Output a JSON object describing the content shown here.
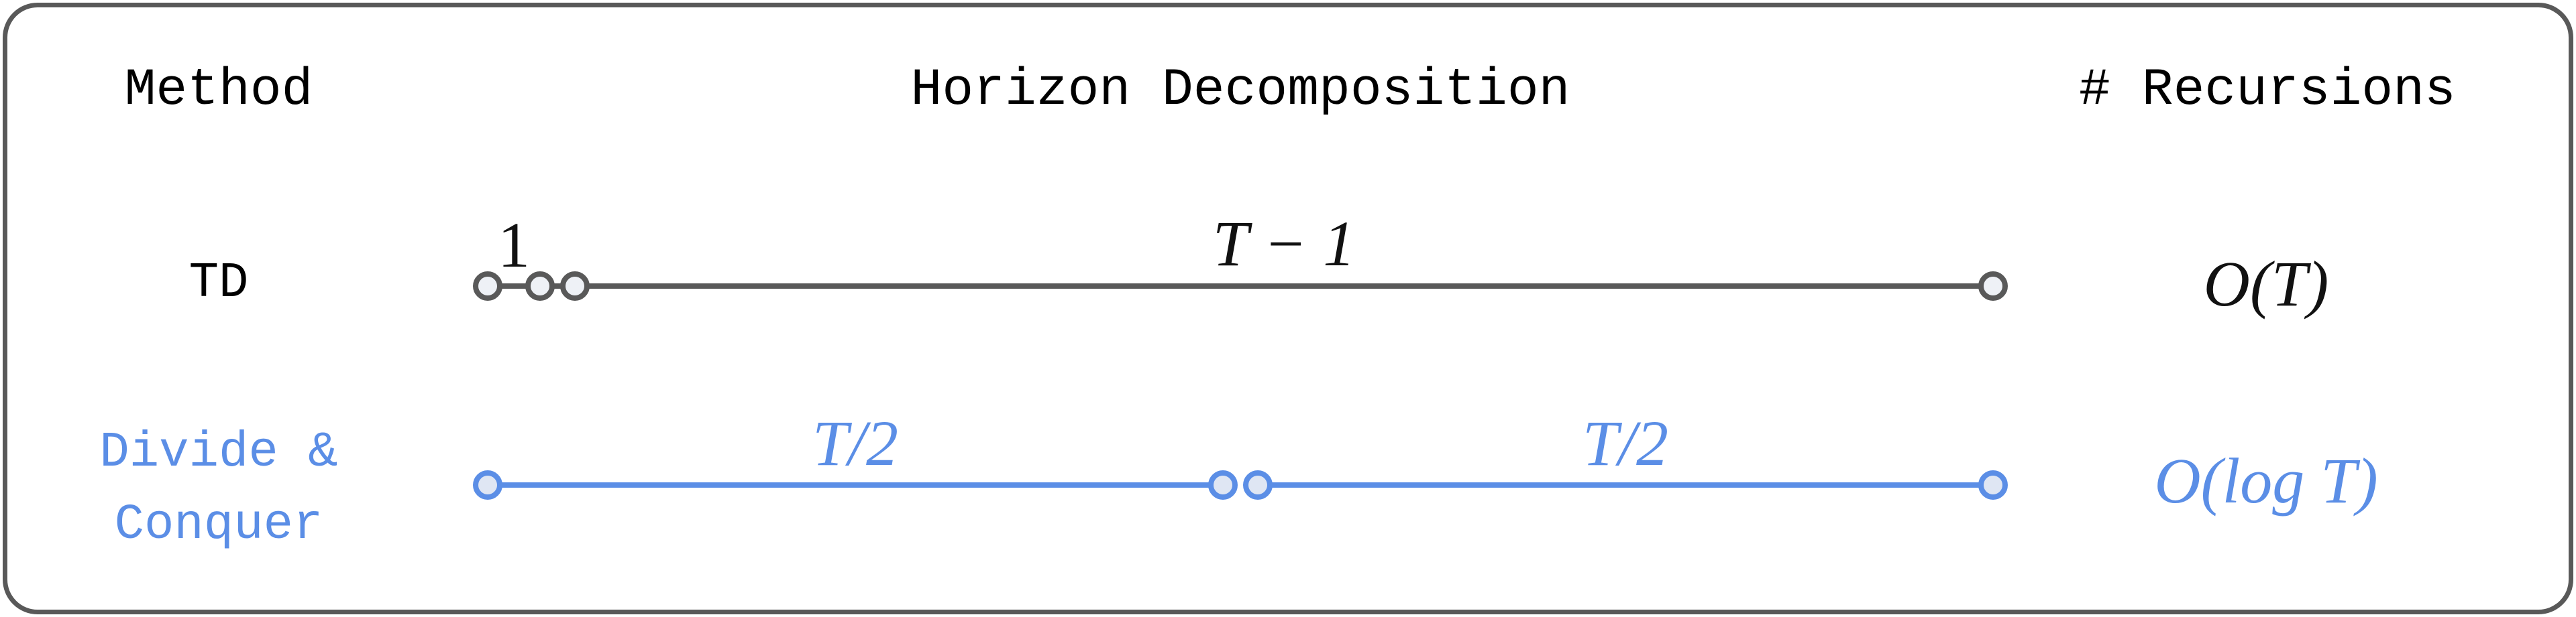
{
  "headers": {
    "method": "Method",
    "decomposition": "Horizon Decomposition",
    "recursions": "# Recursions"
  },
  "rows": [
    {
      "method": "TD",
      "color": "#595959",
      "segments": [
        {
          "label": "1",
          "from": 727,
          "to": 805
        },
        {
          "label": "",
          "from": 805,
          "to": 857
        },
        {
          "label": "T − 1",
          "from": 857,
          "to": 2971
        }
      ],
      "nodes": [
        727,
        805,
        857,
        2971
      ],
      "recursions": "O(T)"
    },
    {
      "method": "Divide &\nConquer",
      "color": "#5b8ee6",
      "segments": [
        {
          "label": "T/2",
          "from": 727,
          "to": 1823
        },
        {
          "label": "T/2",
          "from": 1875,
          "to": 2971
        }
      ],
      "nodes": [
        727,
        1823,
        1875,
        2971
      ],
      "recursions": "O(log T)"
    }
  ],
  "colors": {
    "border": "#595959",
    "td": "#595959",
    "dc": "#5b8ee6",
    "node_fill": "#eef1f6"
  }
}
